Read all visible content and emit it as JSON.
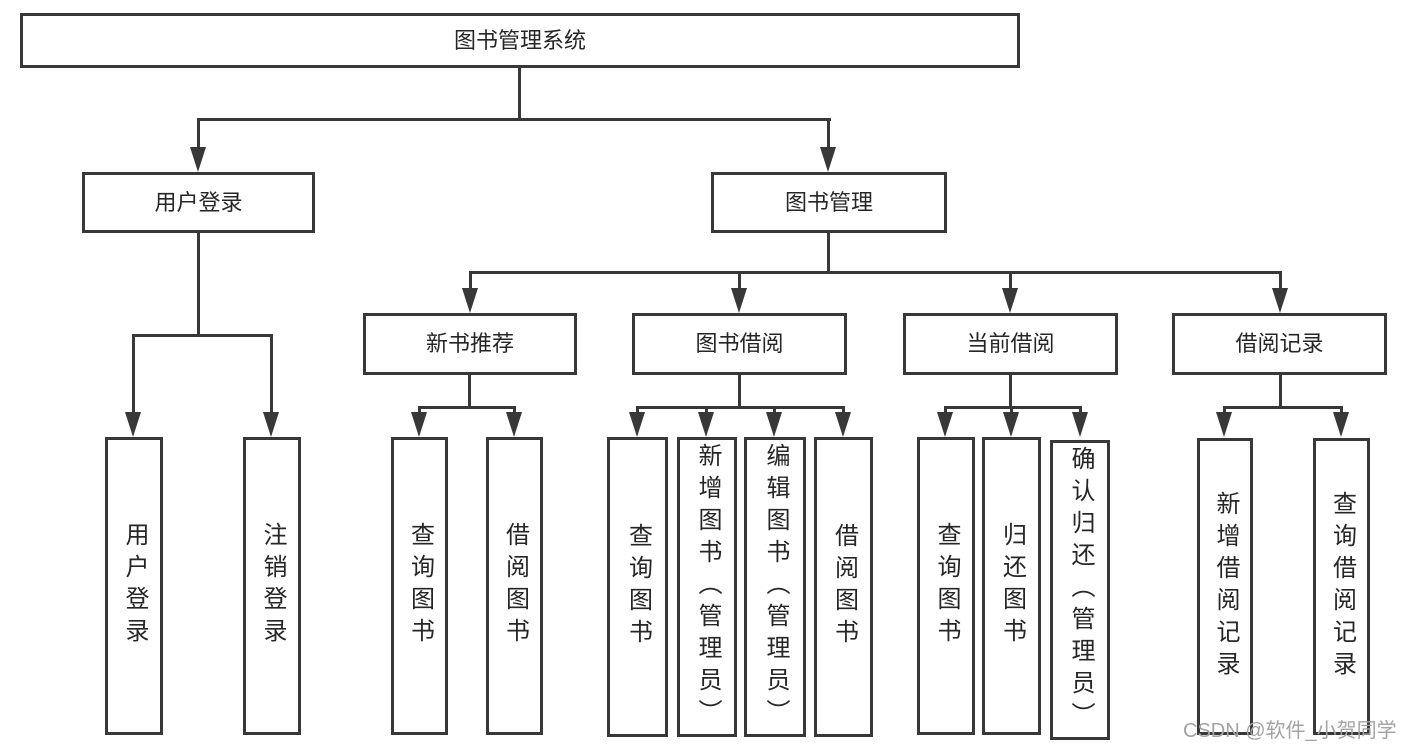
{
  "colors": {
    "line": "#383838",
    "box_border": "#383838",
    "text": "#262626",
    "background": "#ffffff",
    "watermark": "#a3a3a3"
  },
  "tree": {
    "root": {
      "label": "图书管理系统"
    },
    "branches": [
      {
        "label": "用户登录",
        "children": [
          {
            "label": "用户登录"
          },
          {
            "label": "注销登录"
          }
        ]
      },
      {
        "label": "图书管理",
        "children": [
          {
            "label": "新书推荐",
            "children": [
              {
                "label": "查询图书"
              },
              {
                "label": "借阅图书"
              }
            ]
          },
          {
            "label": "图书借阅",
            "children": [
              {
                "label": "查询图书"
              },
              {
                "label": "新增图书（管理员）"
              },
              {
                "label": "编辑图书（管理员）"
              },
              {
                "label": "借阅图书"
              }
            ]
          },
          {
            "label": "当前借阅",
            "children": [
              {
                "label": "查询图书"
              },
              {
                "label": "归还图书"
              },
              {
                "label": "确认归还（管理员）"
              }
            ]
          },
          {
            "label": "借阅记录",
            "children": [
              {
                "label": "新增借阅记录"
              },
              {
                "label": "查询借阅记录"
              }
            ]
          }
        ]
      }
    ]
  },
  "watermark": {
    "text": "CSDN @软件_小贺同学"
  }
}
